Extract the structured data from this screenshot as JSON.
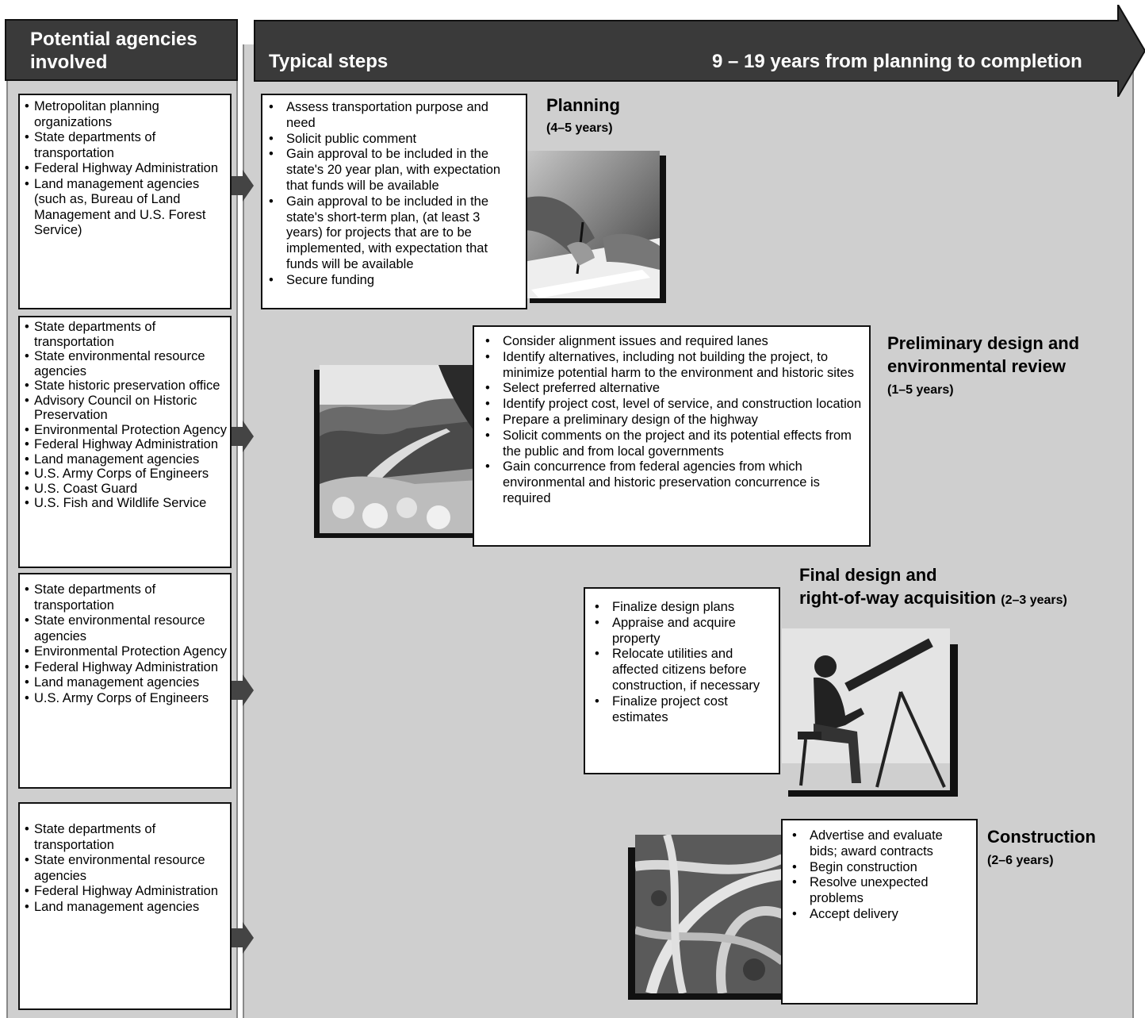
{
  "header": {
    "left_title": "Potential agencies involved",
    "steps_label": "Typical steps",
    "duration_label": "9 – 19 years from planning to completion"
  },
  "phases": [
    {
      "title": "Planning",
      "duration": "(4–5  years)",
      "agencies": [
        "Metropolitan planning organizations",
        "State departments of transportation",
        "Federal Highway Administration",
        "Land management agencies (such as, Bureau of Land Management and U.S. Forest Service)"
      ],
      "steps": [
        "Assess transportation purpose and need",
        "Solicit public comment",
        "Gain approval to be included in the state's 20 year plan, with expectation that funds will be available",
        "Gain approval to be included in the state's short-term plan, (at least 3 years) for projects that are to be implemented, with expectation that funds will be available",
        "Secure funding"
      ]
    },
    {
      "title": "Preliminary design and environmental review",
      "duration": "(1–5 years)",
      "agencies": [
        "State departments of transportation",
        "State environmental resource agencies",
        "State historic preservation office",
        "Advisory Council on Historic Preservation",
        "Environmental Protection Agency",
        "Federal Highway Administration",
        "Land management agencies",
        "U.S. Army Corps of Engineers",
        "U.S. Coast Guard",
        "U.S. Fish and Wildlife Service"
      ],
      "steps": [
        "Consider alignment issues and required lanes",
        "Identify alternatives, including not building the project, to minimize potential harm to the environment and historic sites",
        "Select preferred alternative",
        "Identify project cost, level of service, and construction location",
        "Prepare a preliminary design of the highway",
        "Solicit comments on the project and its potential effects from the public and from local governments",
        "Gain concurrence from federal agencies from which environmental and historic preservation concurrence is required"
      ]
    },
    {
      "title_line1": "Final design and",
      "title_line2": "right-of-way acquisition",
      "duration": "(2–3 years)",
      "agencies": [
        "State departments of transportation",
        "State environmental resource agencies",
        "Environmental Protection Agency",
        "Federal Highway Administration",
        "Land management agencies",
        "U.S. Army Corps of Engineers"
      ],
      "steps": [
        "Finalize design plans",
        "Appraise and acquire property",
        "Relocate utilities and affected  citizens before construction, if necessary",
        "Finalize project cost estimates"
      ]
    },
    {
      "title": "Construction",
      "duration": "(2–6 years)",
      "agencies": [
        "State departments of transportation",
        "State environmental resource agencies",
        "Federal Highway Administration",
        "Land management agencies"
      ],
      "steps": [
        "Advertise and evaluate bids; award contracts",
        "Begin construction",
        "Resolve unexpected problems",
        "Accept delivery"
      ]
    }
  ]
}
